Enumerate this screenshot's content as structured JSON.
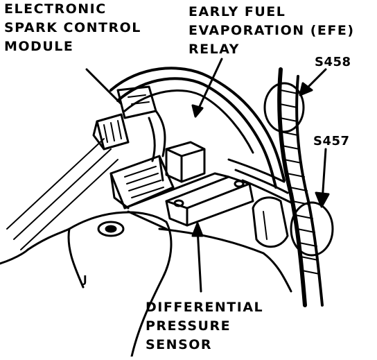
{
  "labels": {
    "esc": [
      "ELECTRONIC",
      "SPARK CONTROL",
      "MODULE"
    ],
    "efe": [
      "EARLY FUEL",
      "EVAPORATION (EFE)",
      "RELAY"
    ],
    "s458": "S458",
    "s457": "S457",
    "dps": [
      "DIFFERENTIAL",
      "PRESSURE",
      "SENSOR"
    ],
    "part_mark": "J"
  },
  "colors": {
    "ink": "#000000",
    "paper": "#ffffff"
  }
}
